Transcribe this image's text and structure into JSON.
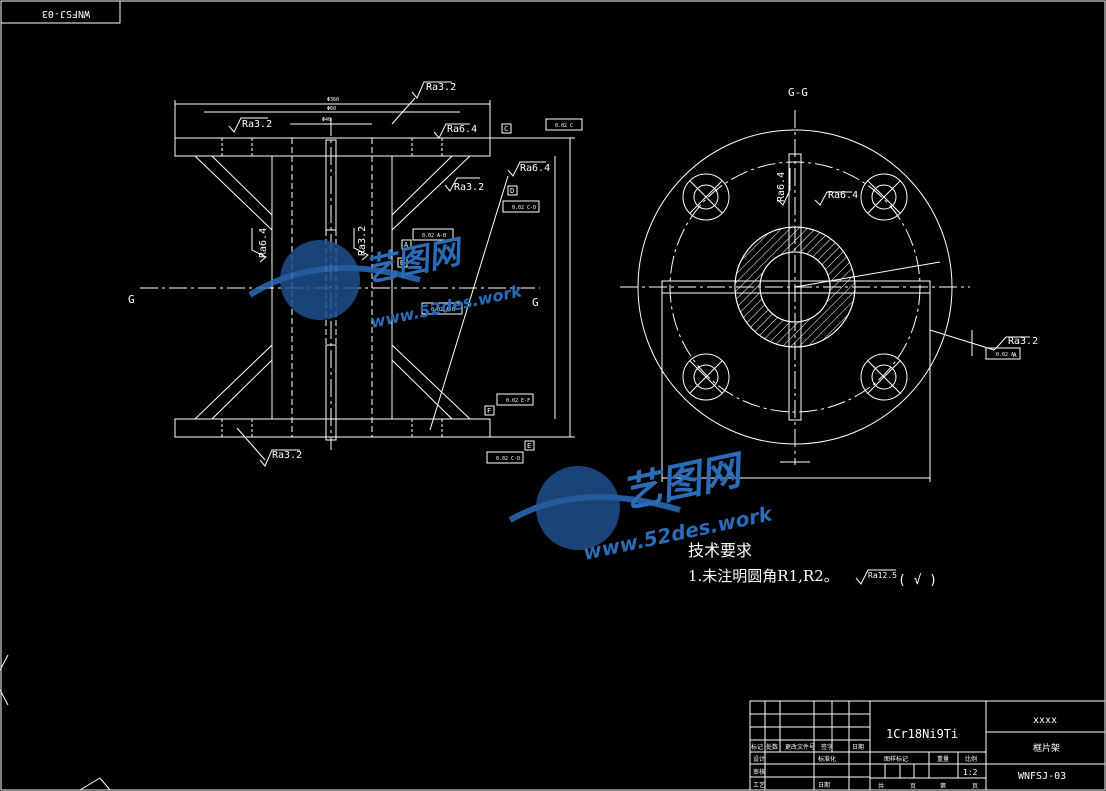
{
  "drawing": {
    "code_stamp_mirrored": "WNFSJ-03",
    "section_label": "G-G",
    "cut_plane_letter": "G"
  },
  "roughness": {
    "ra32": "Ra3.2",
    "ra64": "Ra6.4",
    "ra125": "Ra12.5"
  },
  "datums": [
    "A",
    "B",
    "C",
    "D",
    "E",
    "F"
  ],
  "tolerance_frames": {
    "parallel_c": "0.02 C",
    "parallel_cd": "0.02 C-D",
    "parallel_ef": "0.02 E-F",
    "position_ab_top": "0.02 A-B",
    "position_ab_bottom": "0.02 A-B",
    "symmetry_a": "0.02 A"
  },
  "tech_requirements": {
    "title": "技术要求",
    "item1": "1.未注明圆角R1,R2。",
    "general_roughness_suffix": "( √ )"
  },
  "title_block": {
    "material": "1Cr18Ni9Ti",
    "company": "xxxx",
    "part_name": "框片架",
    "drawing_no": "WNFSJ-03",
    "scale": "1:2",
    "row_labels": [
      "标记",
      "处数",
      "更改文件号",
      "签字",
      "日期"
    ],
    "design_label": "设计",
    "standard_label": "标准化",
    "review_label": "审核",
    "process_label": "工艺",
    "date_label": "日期",
    "stage_label": "图样标记",
    "weight_label": "重量",
    "scale_label": "比例",
    "sheet_label": "共",
    "page_label": "页",
    "of_label": "第"
  },
  "watermark": {
    "brand": "艺图网",
    "url": "www.52des.work"
  },
  "colors": {
    "line": "#ffffff",
    "background": "#000000",
    "watermark": "#2a6cb8"
  }
}
